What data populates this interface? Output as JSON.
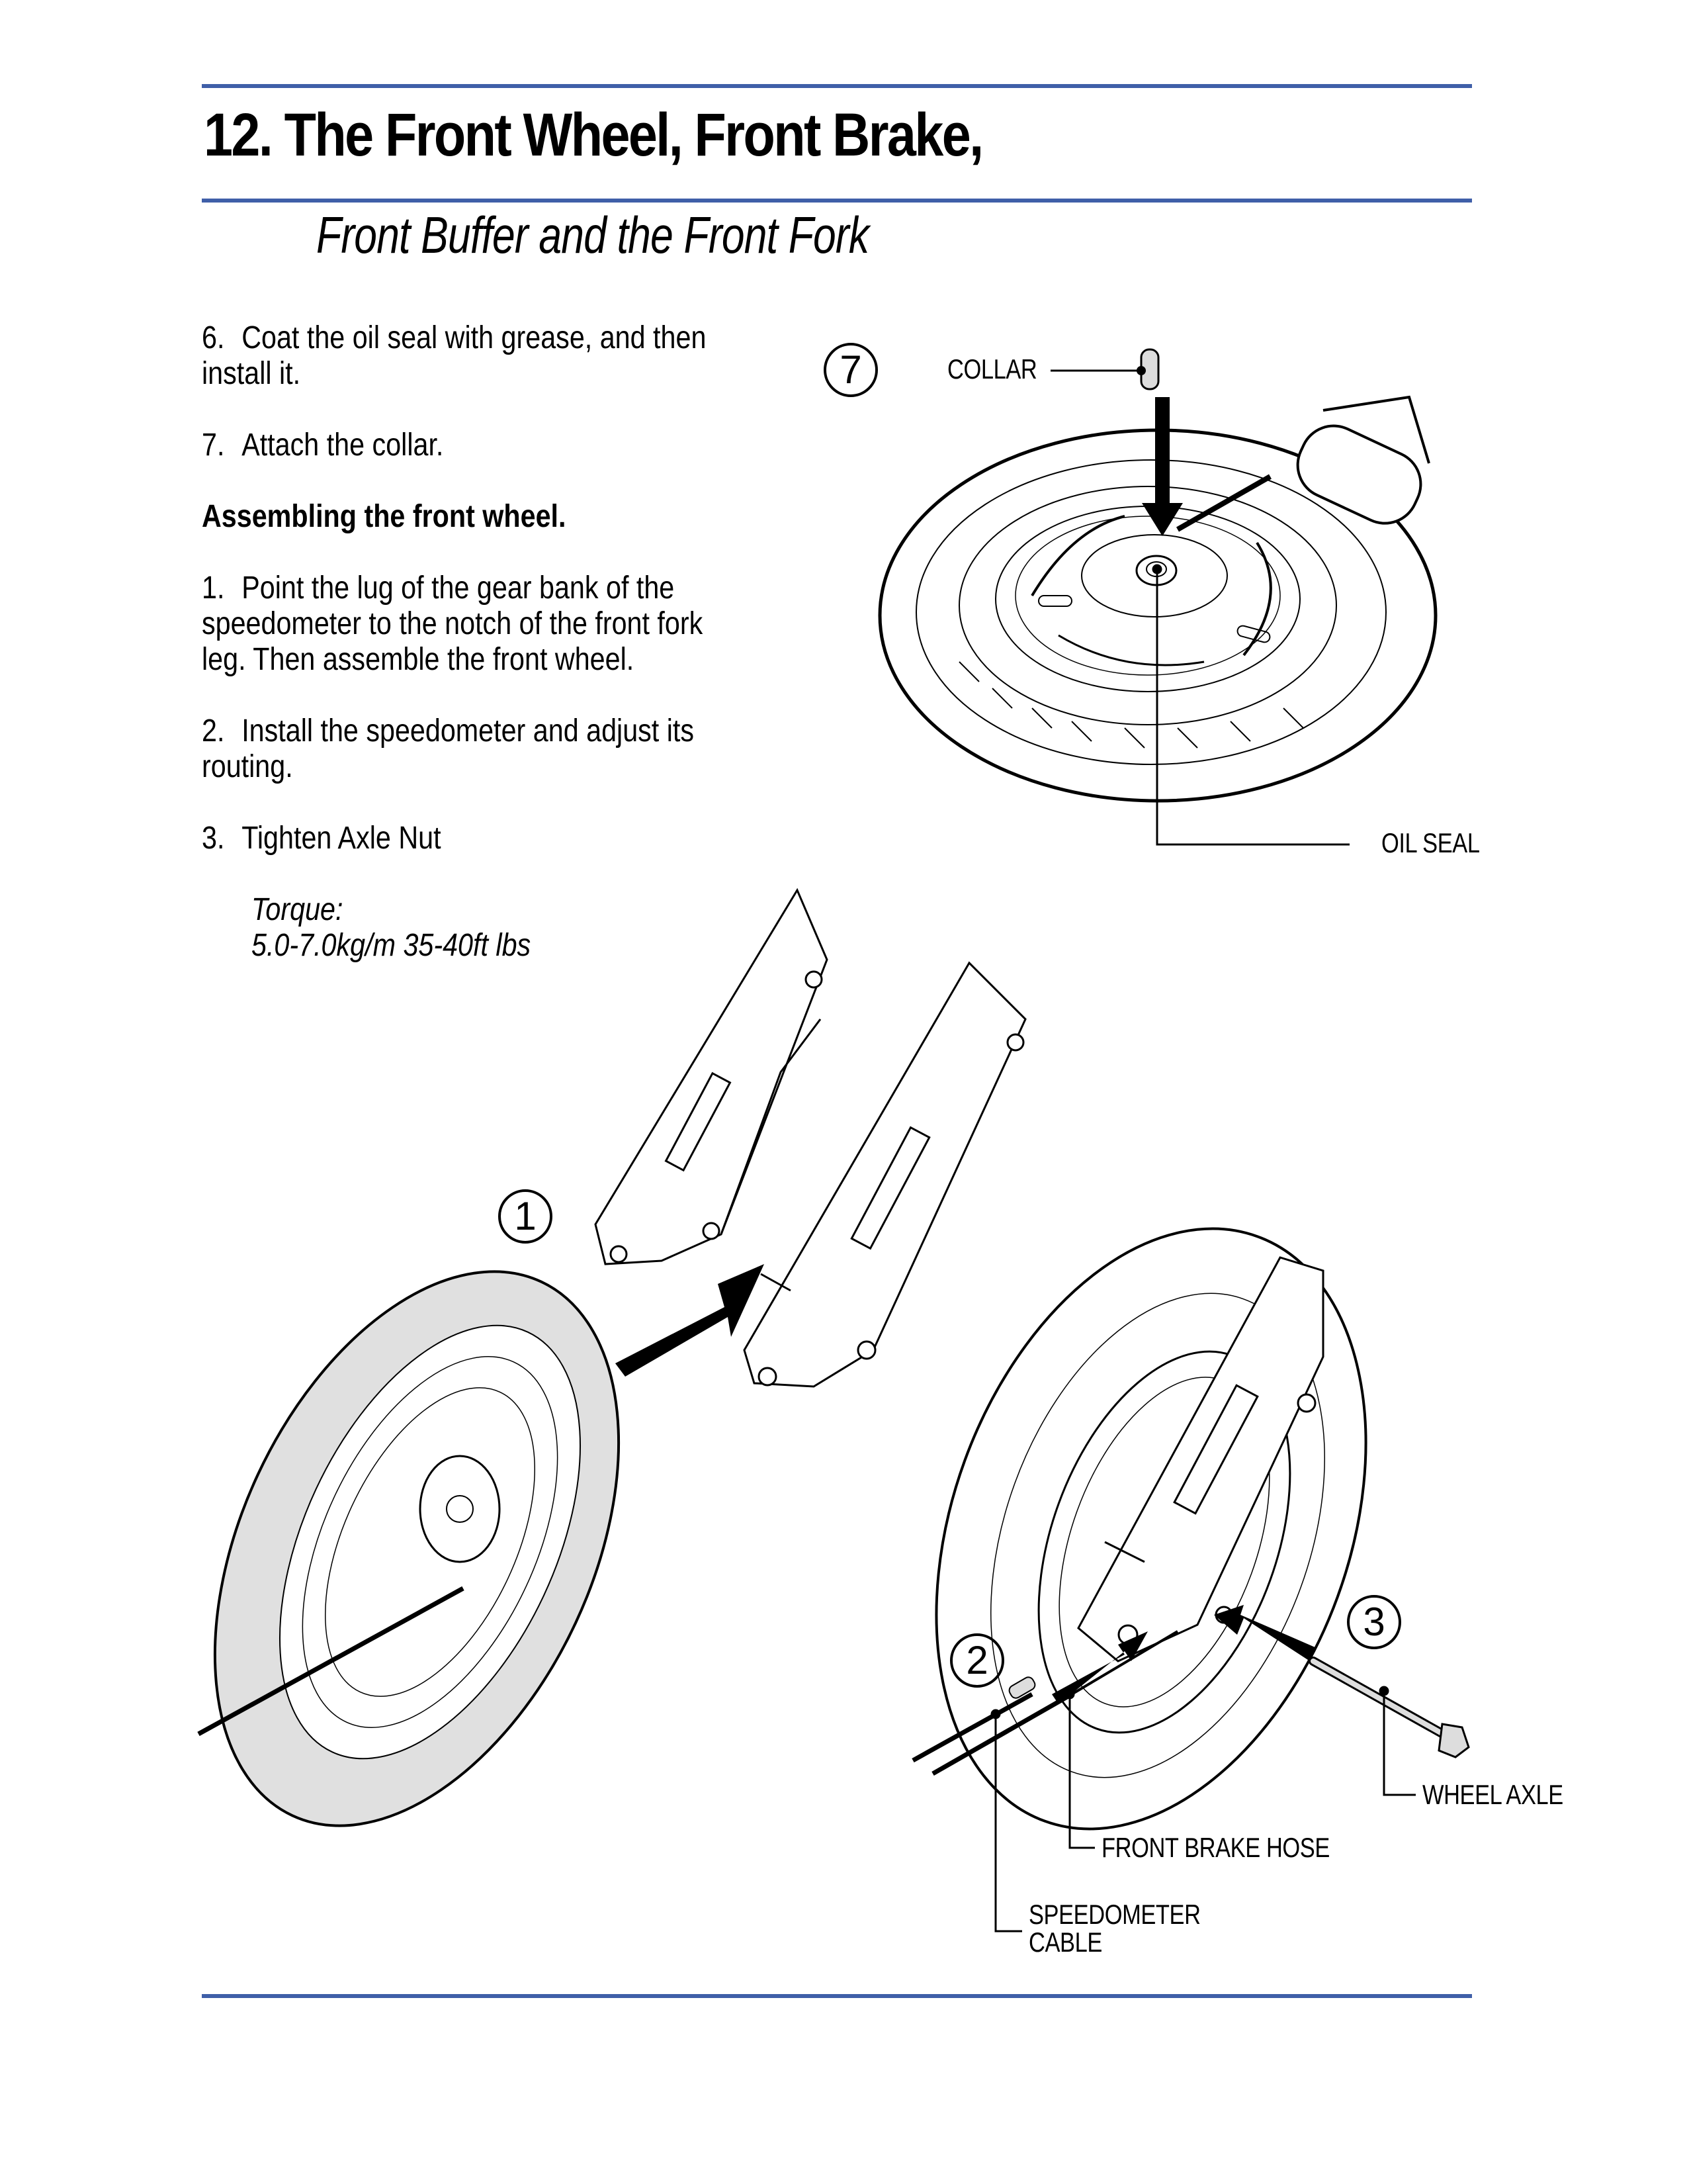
{
  "page": {
    "title": "12. The Front Wheel, Front Brake,",
    "subtitle": "Front Buffer and the Front Fork",
    "rule_color": "#3f5fa8"
  },
  "instructions": {
    "step6": {
      "num": "6.",
      "text": "Coat the oil seal with grease, and then install it."
    },
    "step7": {
      "num": "7.",
      "text": "Attach the collar."
    },
    "section_heading": "Assembling the front wheel.",
    "assembly_steps": [
      {
        "num": "1.",
        "text": "Point the lug of the gear bank of the speedometer to the notch of the front fork leg. Then assemble the front wheel."
      },
      {
        "num": "2.",
        "text": "Install the speedometer and adjust its routing."
      },
      {
        "num": "3.",
        "text": "Tighten Axle Nut"
      }
    ],
    "torque_label": "Torque:",
    "torque_value": "5.0-7.0kg/m 35-40ft lbs"
  },
  "figures": {
    "fig7": {
      "badge": "7",
      "labels": {
        "collar": "COLLAR",
        "oil_seal": "OIL SEAL"
      }
    },
    "fig1": {
      "badge": "1"
    },
    "fig23": {
      "badge2": "2",
      "badge3": "3",
      "labels": {
        "wheel_axle": "WHEEL AXLE",
        "front_brake_hose": "FRONT BRAKE HOSE",
        "speedometer_cable_line1": "SPEEDOMETER",
        "speedometer_cable_line2": "CABLE"
      }
    }
  }
}
